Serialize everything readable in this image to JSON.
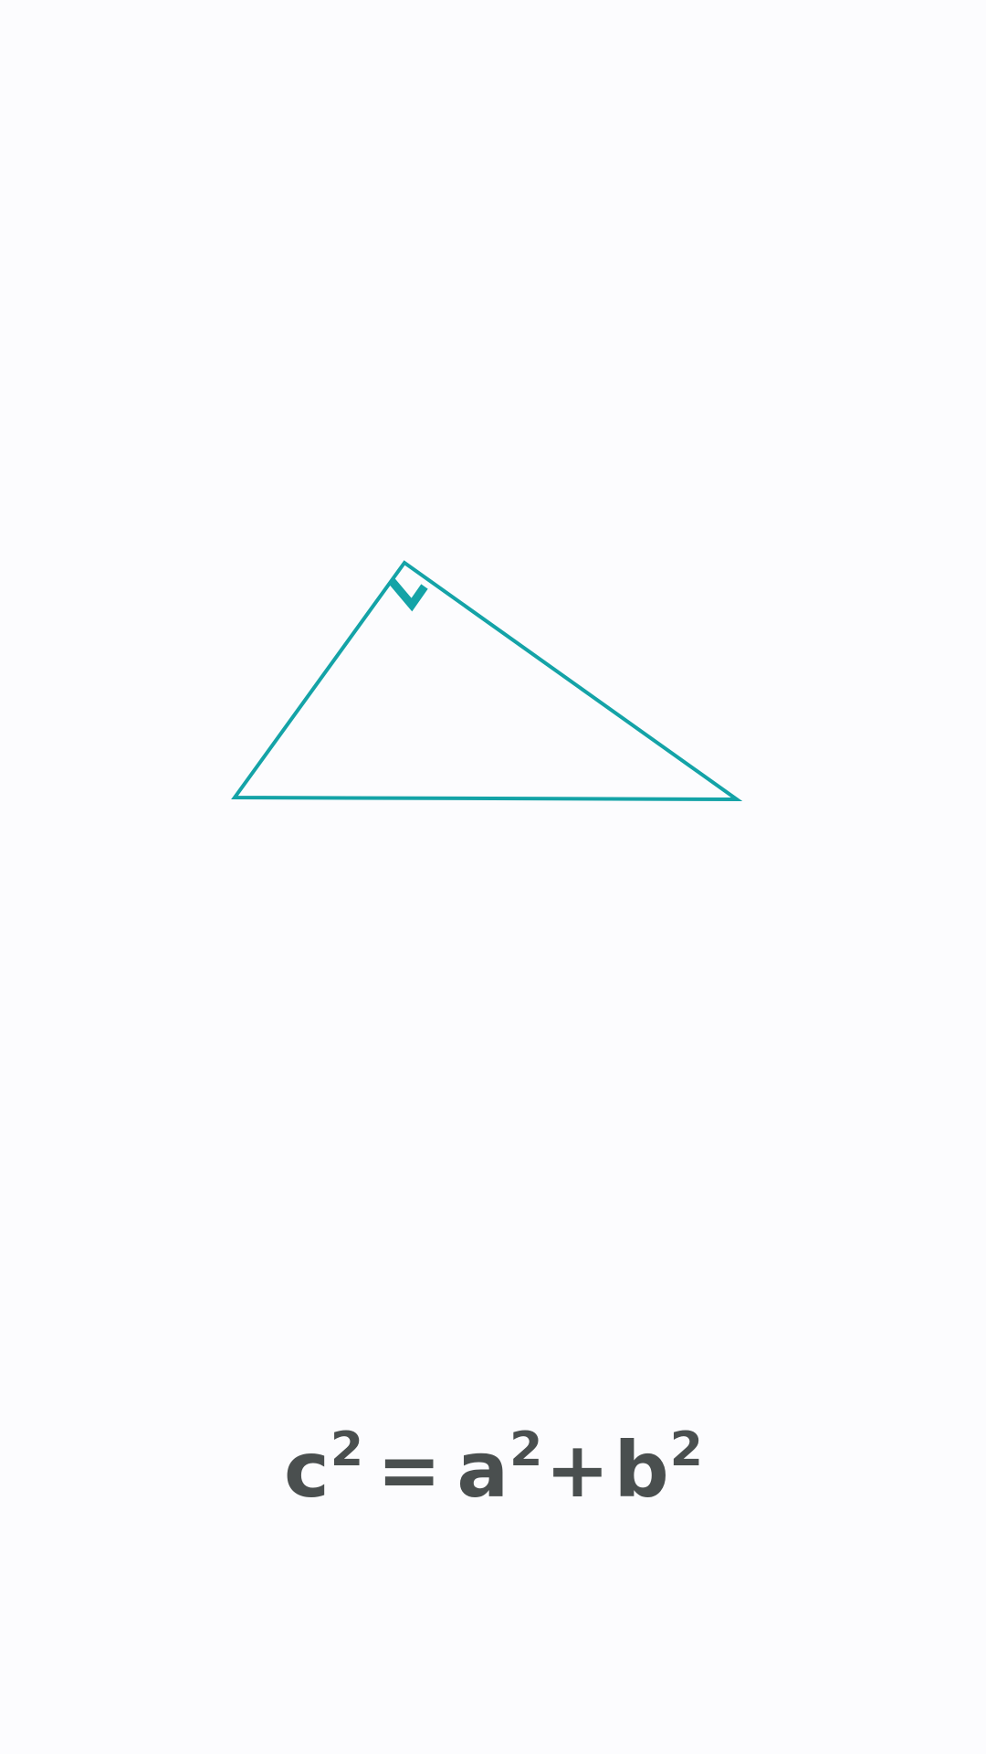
{
  "colors": {
    "background": "#fcfcfe",
    "triangle_stroke": "#14a3a7",
    "formula_text": "#4a4f4f"
  },
  "formula": {
    "c": "c",
    "c_exp": "2",
    "equals": "=",
    "a": "a",
    "a_exp": "2",
    "plus": "+",
    "b": "b",
    "b_exp": "2"
  }
}
